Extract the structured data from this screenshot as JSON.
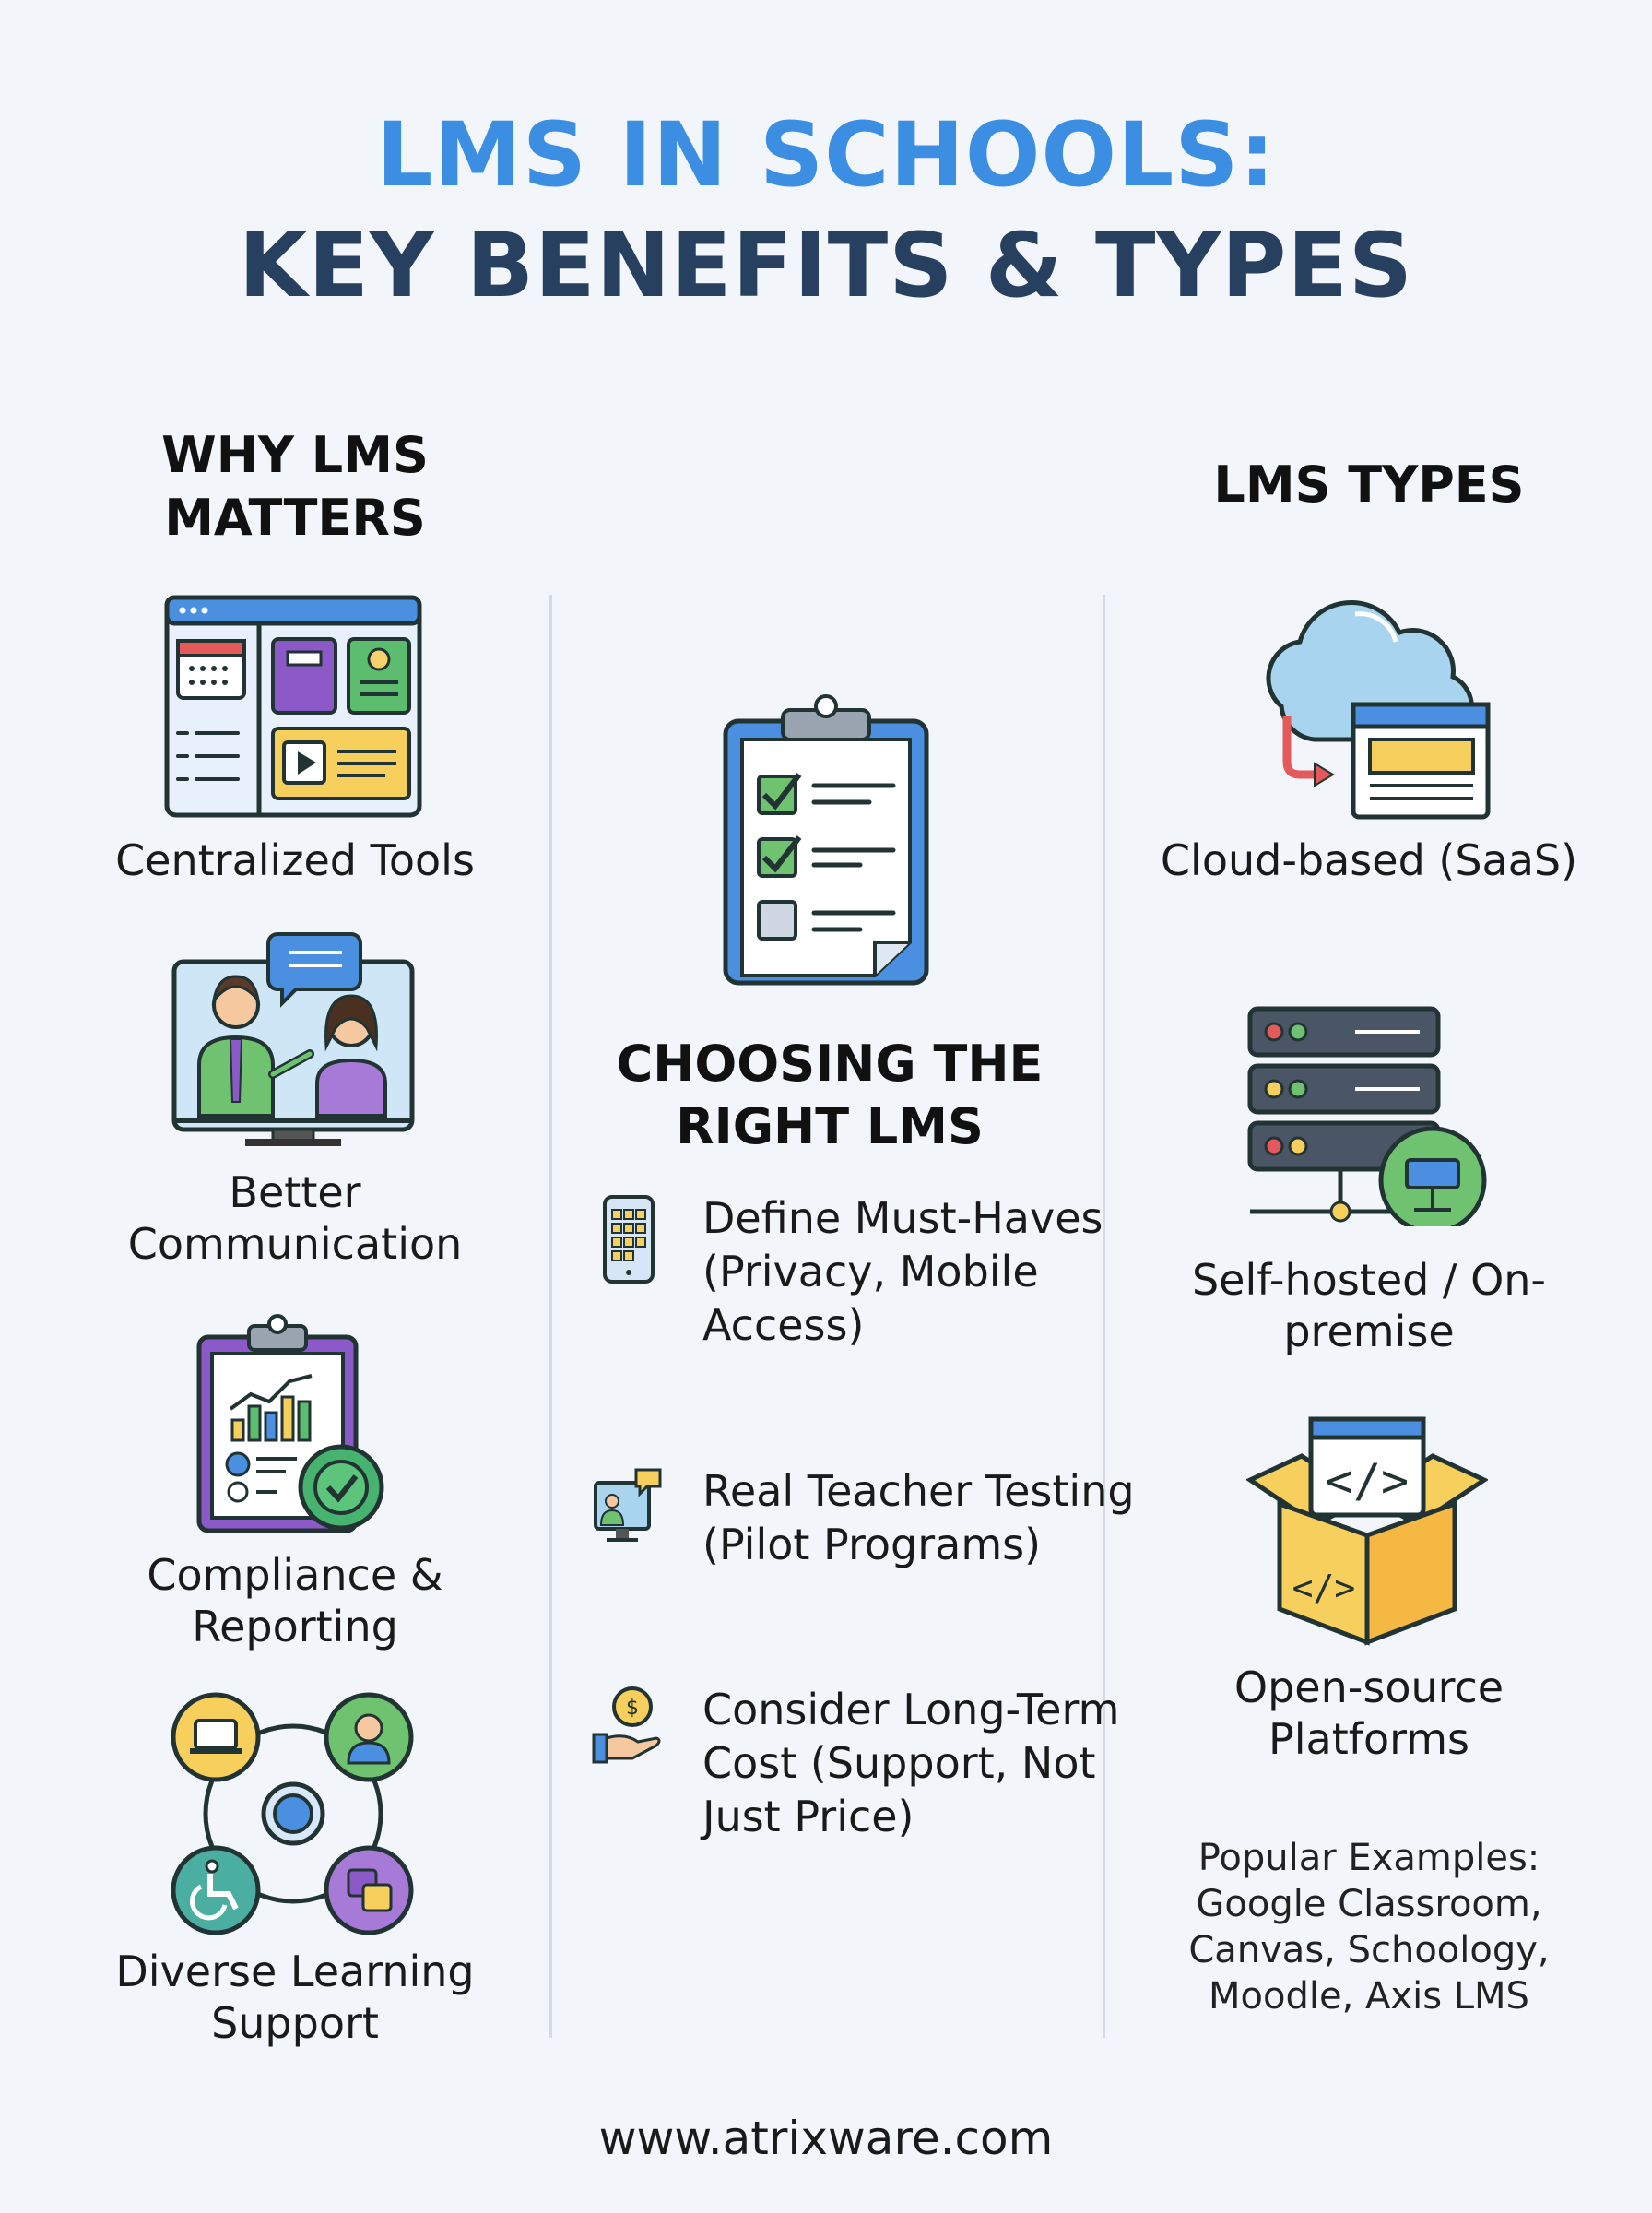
{
  "title": {
    "line1": "LMS IN SCHOOLS:",
    "line2": "KEY BENEFITS & TYPES"
  },
  "why": {
    "heading": "WHY LMS MATTERS",
    "items": [
      {
        "label": "Centralized Tools"
      },
      {
        "label": "Better Communication"
      },
      {
        "label": "Compliance & Reporting"
      },
      {
        "label": "Diverse Learning Support"
      }
    ]
  },
  "choosing": {
    "heading": "CHOOSING THE RIGHT LMS",
    "items": [
      {
        "text": "Define Must-Haves (Privacy, Mobile Access)"
      },
      {
        "text": "Real Teacher Testing (Pilot Programs)"
      },
      {
        "text": "Consider Long-Term Cost (Support, Not Just Price)"
      }
    ]
  },
  "types": {
    "heading": "LMS TYPES",
    "items": [
      {
        "label": "Cloud-based (SaaS)"
      },
      {
        "label": "Self-hosted / On-premise"
      },
      {
        "label": "Open-source Platforms"
      }
    ],
    "examples": "Popular Examples: Google Classroom, Canvas, Schoology, Moodle, Axis LMS"
  },
  "footer": {
    "url": "www.atrixware.com"
  },
  "colors": {
    "title_blue": "#3b8ee2",
    "title_navy": "#28405f",
    "background": "#f2f6fb"
  }
}
